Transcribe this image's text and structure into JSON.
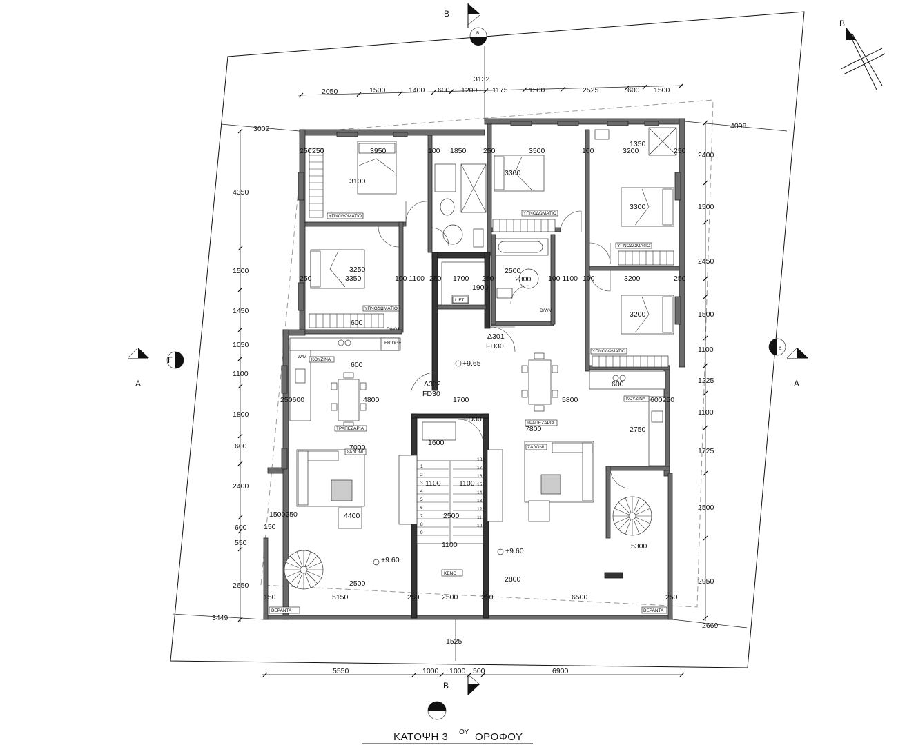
{
  "title": {
    "main": "ΚΑΤΟΨΗ 3",
    "superscript": "ΟΥ",
    "suffix": "ΟΡΟΦΟΥ"
  },
  "sections": {
    "a": "A",
    "b": "B",
    "c": "Γ",
    "d": "Δ"
  },
  "rooms": {
    "bedroom": "ΥΠΝΟΔΩΜΑΤΙΟ",
    "kitchen": "ΚΟΥΖΙΝΑ",
    "dining": "ΤΡΑΠΕΖΑΡΙΑ",
    "living": "ΣΑΛΟΝΙ",
    "veranda": "ΒΕΡΑΝΤΑ",
    "void": "ΚΕΝΟ",
    "lift": "LIFT",
    "fridge": "FRIDGE",
    "wm": "W/M",
    "dwm": "D/WM"
  },
  "doors": {
    "d301": "Δ301",
    "d302": "Δ302",
    "fd30": "FD30"
  },
  "levels": {
    "stair_top": "+9.65",
    "veranda_left": "+9.60",
    "veranda_right": "+9.60"
  },
  "top_dims": [
    "2050",
    "1500",
    "1400",
    "600",
    "1200",
    "1175",
    "1500",
    "2525",
    "600",
    "1500"
  ],
  "bottom_dims": [
    "5550",
    "1000",
    "1000",
    "500",
    "6900"
  ],
  "left_dims": [
    "4350",
    "1500",
    "1450",
    "1050",
    "1100",
    "1800",
    "600",
    "2400",
    "600",
    "550",
    "2650"
  ],
  "right_dims": [
    "2400",
    "1500",
    "2450",
    "1500",
    "1100",
    "1225",
    "1100",
    "1725",
    "2500",
    "2950"
  ],
  "boundary_dims": {
    "top": "3132",
    "top_left": "3002",
    "top_right": "4098",
    "bottom_left": "3449",
    "bottom_right": "2669",
    "bottom": "1525"
  },
  "interior_dims": {
    "d250a": "250",
    "d250b": "250",
    "d3950": "3950",
    "d100a": "100",
    "d1850": "1850",
    "d3500": "3500",
    "d100b": "100",
    "d3200a": "3200",
    "d1350": "1350",
    "d3100": "3100",
    "d3300a": "3300",
    "d3300b": "3300",
    "d3250": "3250",
    "d3350": "3350",
    "d100_1100a": "100 1100",
    "d1700a": "1700",
    "d1900": "1900",
    "d2500a": "2500",
    "d2300": "2300",
    "d100_1100b": "100 1100",
    "d100c": "100",
    "d3200b": "3200",
    "d3200c": "3200",
    "d600a": "600",
    "d600b": "600",
    "d4800": "4800",
    "d1700b": "1700",
    "d5800": "5800",
    "d600c": "600",
    "d250_600": "250600",
    "d600_250": "600250",
    "d7000": "7000",
    "d1600": "1600",
    "d7800": "7800",
    "d2750": "2750",
    "d1100a": "1100",
    "d1100b": "1100",
    "d4400": "4400",
    "d2500b": "2500",
    "d2500c": "2500",
    "d5300": "5300",
    "d1100c": "1100",
    "d2800": "2800",
    "d150a": "150",
    "d5150": "5150",
    "d250c": "250",
    "d2500d": "2500",
    "d250d": "250",
    "d6500": "6500",
    "d250e": "250",
    "d1500_250": "1500250",
    "d150b": "150",
    "d600d": "600",
    "d250f": "250",
    "d250g": "250",
    "d100d": "100",
    "d250h": "250"
  },
  "stair_numbers_left": [
    "1",
    "2",
    "3",
    "4",
    "5",
    "6",
    "7",
    "8",
    "9"
  ],
  "stair_numbers_right": [
    "18",
    "17",
    "16",
    "15",
    "14",
    "13",
    "12",
    "11",
    "10"
  ]
}
